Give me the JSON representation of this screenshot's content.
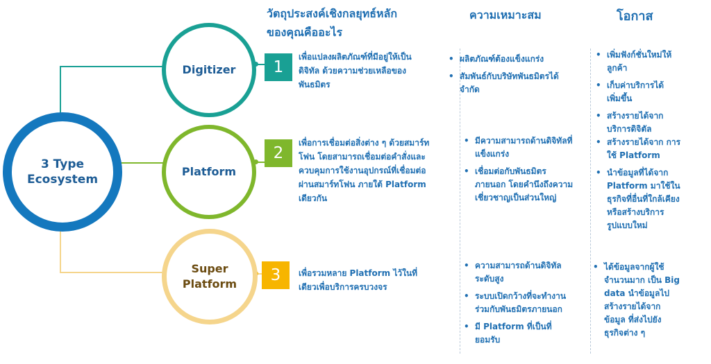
{
  "headers": {
    "objective_line1": "วัตถุประสงค์เชิงกลยุทธ์หลัก",
    "objective_line2": "ของคุณคืออะไร",
    "suitability": "ความเหมาะสม",
    "opportunity": "โอกาส"
  },
  "hub": {
    "line1": "3 Type",
    "line2": "Ecosystem"
  },
  "colors": {
    "hub": "#1478be",
    "digitizer": "#19a094",
    "platform": "#7fb72c",
    "super": "#f5d58c",
    "num3": "#f7b500",
    "text": "#1f6fb2"
  },
  "rows": [
    {
      "name": "Digitizer",
      "number": "1",
      "objective": [
        "เพื่อแปลงผลิตภัณฑ์ที่มีอยู่ให้เป็น",
        "ดิจิทัล ด้วยความช่วยเหลือของ",
        "พันธมิตร"
      ],
      "suitability": [
        [
          "ผลิตภัณฑ์ต้องแข็งแกร่ง"
        ],
        [
          "สัมพันธ์กับบริษัทพันธมิตรได้",
          "จำกัด"
        ]
      ],
      "opportunity": [
        [
          "เพิ่มฟังก์ชั่นใหม่ให้",
          "ลูกค้า"
        ],
        [
          "เก็บค่าบริการได้",
          "เพิ่มขึ้น"
        ],
        [
          "สร้างรายได้จาก",
          "บริการดิจิตัล"
        ]
      ]
    },
    {
      "name": "Platform",
      "number": "2",
      "objective": [
        "เพื่อการเชื่อมต่อสิ่งต่าง ๆ ด้วยสมาร์ท",
        "โฟน โดยสามารถเชื่อมต่อคำสั่งและ",
        "ควบคุมการใช้งานอุปกรณ์ที่เชื่อมต่อ",
        "ผ่านสมาร์ทโฟน ภายใต้ Platform",
        "เดียวกัน"
      ],
      "suitability": [
        [
          "มีความสามารถด้านดิจิทัลที่",
          "แข็งแกร่ง"
        ],
        [
          "เชื่อมต่อกับพันธมิตร",
          "ภายนอก โดยคำนึงถึงความ",
          "เชี่ยวชาญเป็นส่วนใหญ่"
        ]
      ],
      "opportunity": [
        [
          "สร้างรายได้จาก การ",
          "ใช้ Platform"
        ],
        [
          "นำข้อมูลที่ได้จาก",
          "Platform มาใช้ใน",
          "ธุรกิจที่อื่นที่ใกล้เคียง",
          "หรือสร้างบริการ",
          "รูปแบบใหม่"
        ]
      ]
    },
    {
      "name_line1": "Super",
      "name_line2": "Platform",
      "number": "3",
      "objective": [
        "เพื่อรวมหลาย Platform ไว้ในที่",
        "เดียวเพื่อบริการครบวงจร"
      ],
      "suitability": [
        [
          "ความสามารถด้านดิจิทัล",
          "ระดับสูง"
        ],
        [
          "ระบบเปิดกว้างที่จะทำงาน",
          "ร่วมกับพันธมิตรภายนอก"
        ],
        [
          "มี Platform ที่เป็นที่",
          "ยอมรับ"
        ]
      ],
      "opportunity": [
        [
          "ได้ข้อมูลจากผู้ใช้",
          "จำนวนมาก เป็น Big",
          "data นำข้อมูลไป",
          "สร้างรายได้จาก",
          "ข้อมูล ที่ส่งไปยัง",
          "ธุรกิจต่าง ๆ"
        ]
      ]
    }
  ]
}
